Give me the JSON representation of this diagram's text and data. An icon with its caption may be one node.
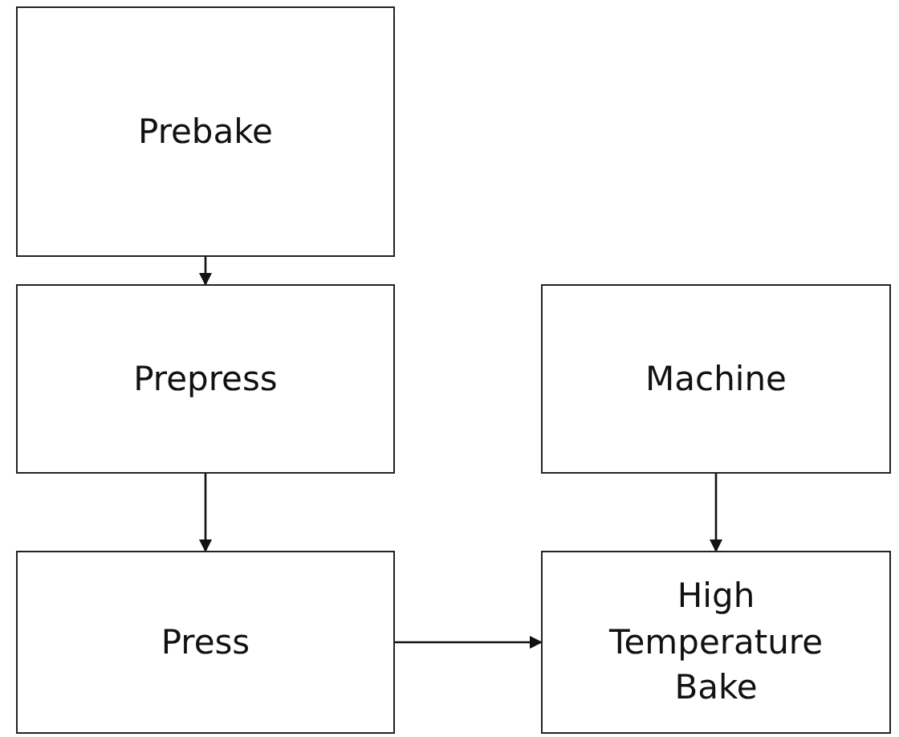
{
  "diagram": {
    "nodes": [
      {
        "text": [
          "Prebake"
        ]
      },
      {
        "text": [
          "Prepress"
        ]
      },
      {
        "text": [
          "Machine"
        ]
      },
      {
        "text": [
          "Press"
        ]
      },
      {
        "text": [
          "High Temperature Bake"
        ]
      }
    ],
    "edges": [
      {
        "from": 0,
        "to": 1,
        "arrow": "to"
      },
      {
        "from": 1,
        "to": 3,
        "arrow": "to"
      },
      {
        "from": 2,
        "to": 4,
        "arrow": "to"
      },
      {
        "from": 3,
        "to": 4,
        "arrow": "to"
      }
    ]
  }
}
